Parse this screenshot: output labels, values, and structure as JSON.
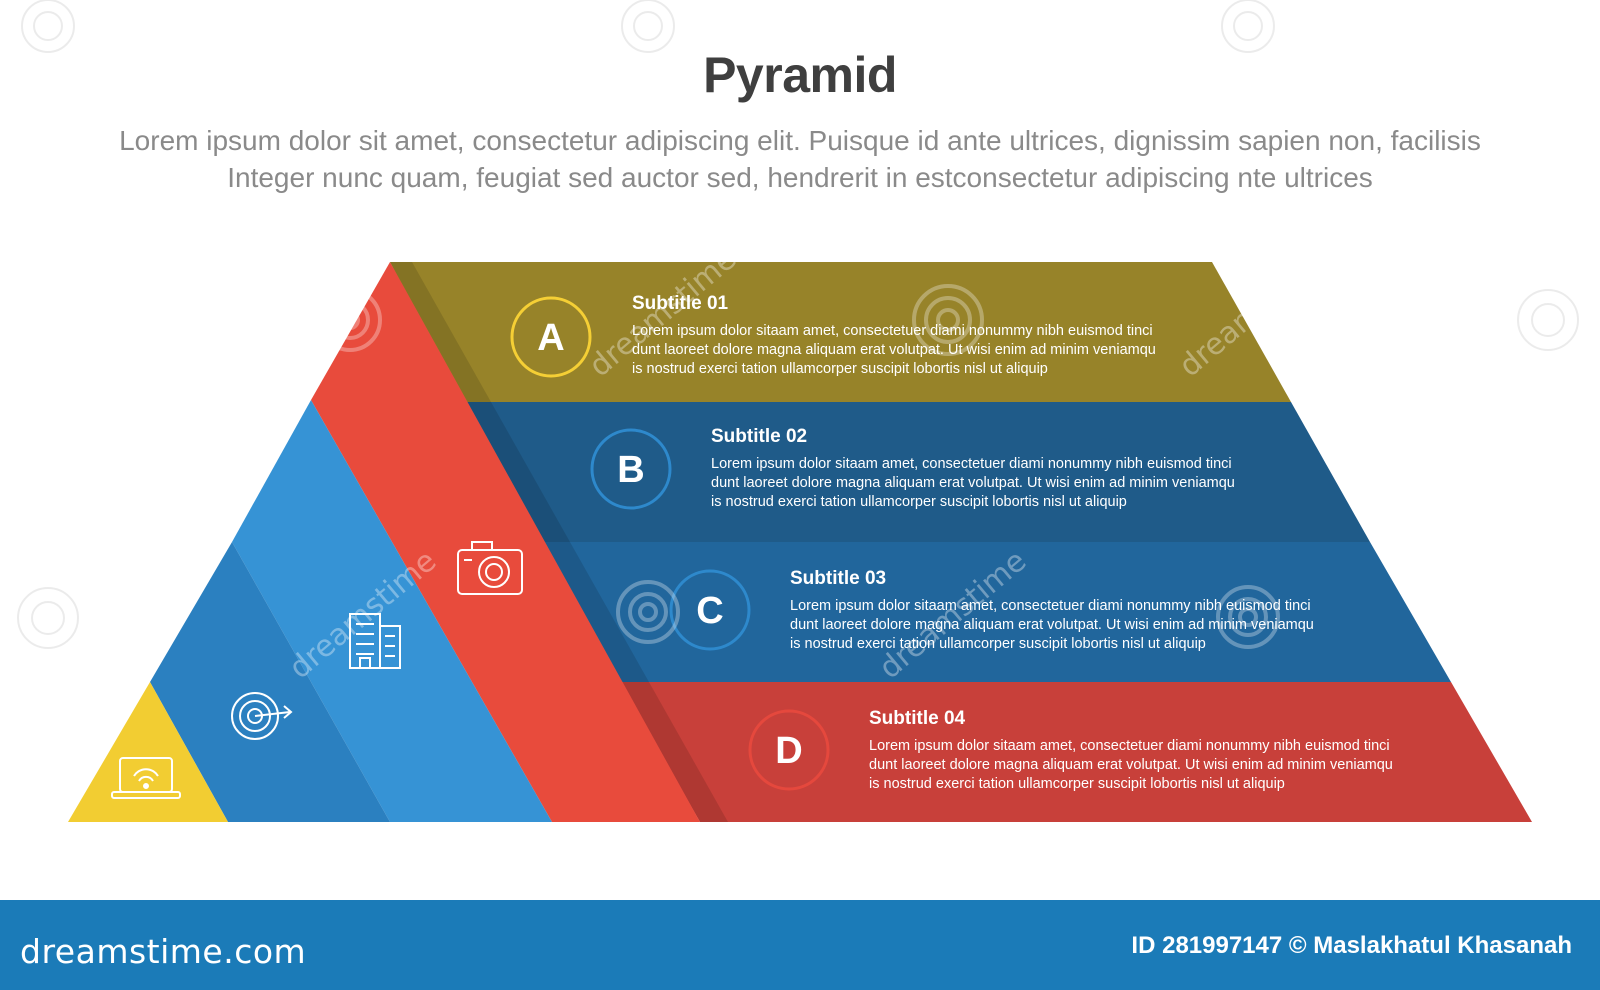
{
  "header": {
    "title": "Pyramid",
    "description_lines": [
      "Lorem ipsum dolor sit amet, consectetur adipiscing elit. Puisque id ante ultrices, dignissim sapien non, facilisis",
      "Integer nunc quam, feugiat sed auctor sed, hendrerit in estconsectetur adipiscing nte ultrices"
    ]
  },
  "colors": {
    "band_a": "#978329",
    "band_b": "#1f5b89",
    "band_c": "#21669c",
    "band_d": "#c8403a",
    "red_strip": "#e84b3c",
    "blue_strip": "#3693d5",
    "blue_strip_dark": "#2b80c0",
    "yellow": "#f2cd32",
    "circle_a": "#f5cf35",
    "circle_b": "#2e89cc",
    "circle_c": "#2e89cc",
    "circle_d": "#e5483d",
    "footer": "#1b7bb8"
  },
  "items": [
    {
      "letter": "A",
      "subtitle": "Subtitle 01",
      "lines": [
        "Lorem ipsum dolor sitaam amet, consectetuer diami nonummy  nibh euismod tinci",
        "dunt laoreet dolore magna aliquam erat volutpat. Ut wisi enim ad minim veniamqu",
        "is nostrud exerci tation ullamcorper suscipit lobortis nisl ut aliquip"
      ]
    },
    {
      "letter": "B",
      "subtitle": "Subtitle 02",
      "lines": [
        "Lorem ipsum dolor sitaam amet, consectetuer diami nonummy  nibh euismod tinci",
        "dunt laoreet dolore magna aliquam erat volutpat. Ut wisi enim ad minim veniamqu",
        "is nostrud exerci tation ullamcorper suscipit lobortis nisl ut aliquip"
      ]
    },
    {
      "letter": "C",
      "subtitle": "Subtitle 03",
      "lines": [
        "Lorem ipsum dolor sitaam amet, consectetuer diami nonummy  nibh euismod tinci",
        "dunt laoreet dolore magna aliquam erat volutpat. Ut wisi enim ad minim veniamqu",
        "is nostrud exerci tation ullamcorper suscipit lobortis nisl ut aliquip"
      ]
    },
    {
      "letter": "D",
      "subtitle": "Subtitle 04",
      "lines": [
        "Lorem ipsum dolor sitaam amet, consectetuer diami nonummy  nibh euismod tinci",
        "dunt laoreet dolore magna aliquam erat volutpat. Ut wisi enim ad minim veniamqu",
        "is nostrud exerci tation ullamcorper suscipit lobortis nisl ut aliquip"
      ]
    }
  ],
  "icons": [
    "laptop-wifi-icon",
    "target-icon",
    "building-icon",
    "camera-icon"
  ],
  "watermark": {
    "text": "dreamstime",
    "footer_logo": "dreamstime.com",
    "footer_credit": "ID 281997147 © Maslakhatul Khasanah"
  }
}
